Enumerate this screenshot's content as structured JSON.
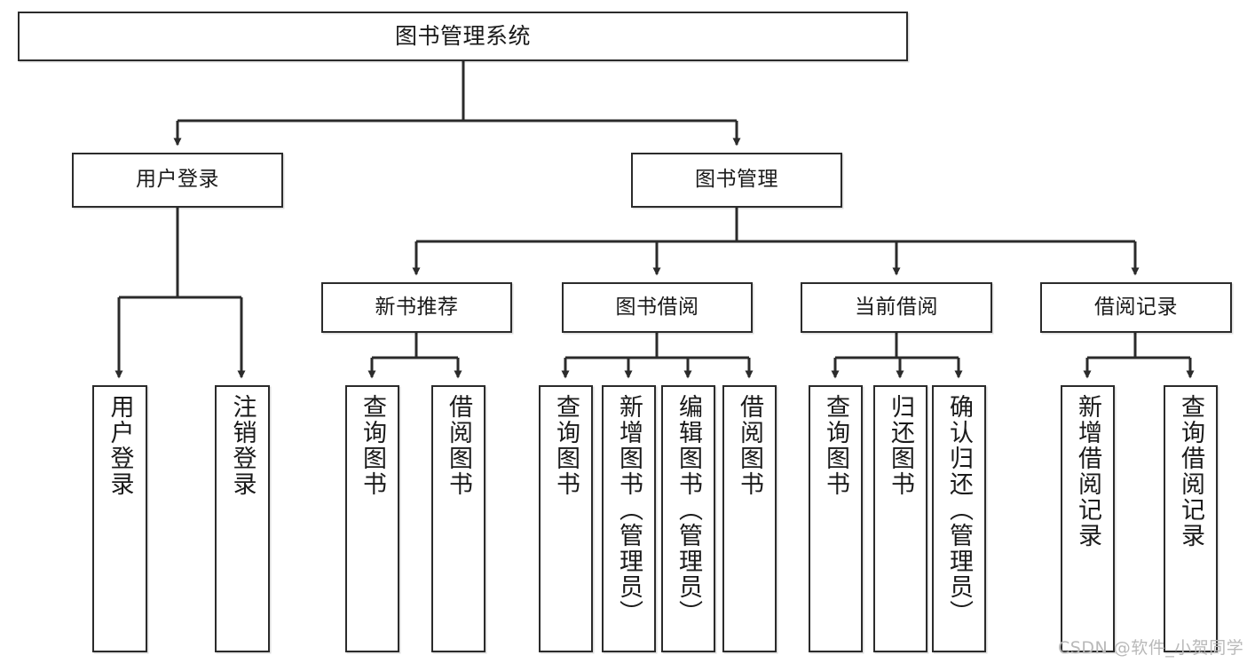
{
  "diagram": {
    "title": "图书管理系统",
    "type": "hierarchy-tree",
    "root": {
      "id": "root",
      "label": "图书管理系统"
    },
    "level1": [
      {
        "id": "user-login",
        "label": "用户登录"
      },
      {
        "id": "book-manage",
        "label": "图书管理"
      }
    ],
    "level2": [
      {
        "id": "new-book-rec",
        "label": "新书推荐",
        "parent": "book-manage"
      },
      {
        "id": "book-borrow",
        "label": "图书借阅",
        "parent": "book-manage"
      },
      {
        "id": "current-borrow",
        "label": "当前借阅",
        "parent": "book-manage"
      },
      {
        "id": "borrow-record",
        "label": "借阅记录",
        "parent": "book-manage"
      }
    ],
    "leaves": [
      {
        "id": "leaf-user-login",
        "label": "用户登录",
        "parent": "user-login"
      },
      {
        "id": "leaf-user-logout",
        "label": "注销登录",
        "parent": "user-login"
      },
      {
        "id": "leaf-query-book-1",
        "label": "查询图书",
        "parent": "new-book-rec"
      },
      {
        "id": "leaf-borrow-book-1",
        "label": "借阅图书",
        "parent": "new-book-rec"
      },
      {
        "id": "leaf-query-book-2",
        "label": "查询图书",
        "parent": "book-borrow"
      },
      {
        "id": "leaf-add-book",
        "label": "新增图书（管理员）",
        "parent": "book-borrow"
      },
      {
        "id": "leaf-edit-book",
        "label": "编辑图书（管理员）",
        "parent": "book-borrow"
      },
      {
        "id": "leaf-borrow-book-2",
        "label": "借阅图书",
        "parent": "book-borrow"
      },
      {
        "id": "leaf-query-book-3",
        "label": "查询图书",
        "parent": "current-borrow"
      },
      {
        "id": "leaf-return-book",
        "label": "归还图书",
        "parent": "current-borrow"
      },
      {
        "id": "leaf-confirm-return",
        "label": "确认归还（管理员）",
        "parent": "current-borrow"
      },
      {
        "id": "leaf-add-record",
        "label": "新增借阅记录",
        "parent": "borrow-record"
      },
      {
        "id": "leaf-query-record",
        "label": "查询借阅记录",
        "parent": "borrow-record"
      }
    ]
  },
  "watermark": {
    "text": "CSDN @软件_小贺同学"
  },
  "colors": {
    "stroke": "#2b2b2b",
    "fill": "#ffffff",
    "text": "#1a1a1a",
    "watermark": "#b9b9b9"
  }
}
